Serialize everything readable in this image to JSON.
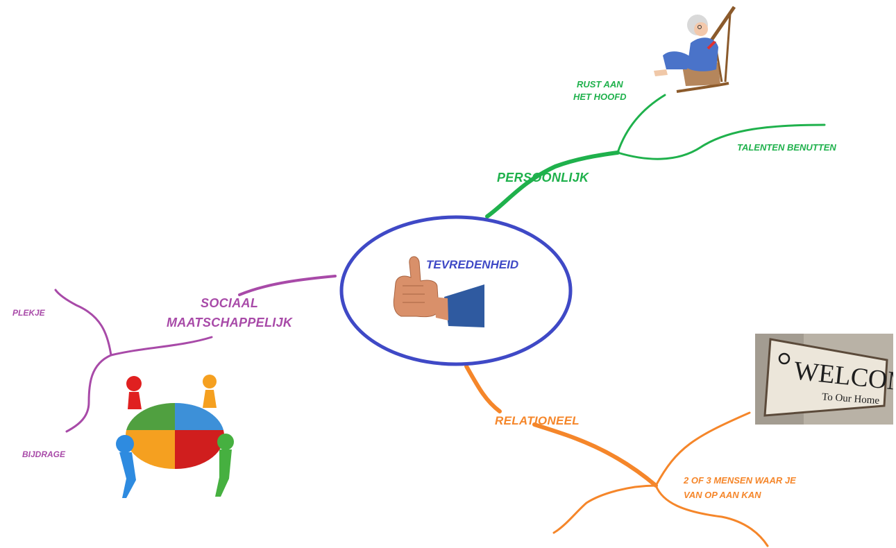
{
  "center": {
    "label": "TEVREDENHEID"
  },
  "branches": {
    "persoonlijk": {
      "label": "PERSOONLIJK",
      "color": "#1fb14c",
      "children": [
        "RUST AAN\nHET HOOFD",
        "TALENTEN BENUTTEN"
      ]
    },
    "sociaal": {
      "label": "SOCIAAL\nMAATSCHAPPELIJK",
      "color": "#a84aa8",
      "children": [
        "PLEKJE",
        "BIJDRAGE"
      ]
    },
    "relationeel": {
      "label": "RELATIONEEL",
      "color": "#f5862a",
      "children": [
        "2 OF 3 MENSEN WAAR JE\nVAN OP AAN KAN"
      ]
    }
  },
  "colors": {
    "center_ring": "#3f49c6"
  },
  "images": {
    "welcome_sign": {
      "line1": "WELCOME",
      "line2": "To Our Home"
    },
    "icons": [
      "thumbs-up-icon",
      "rocking-chair-grandma-icon",
      "puzzle-people-icon",
      "welcome-sign-icon"
    ]
  }
}
